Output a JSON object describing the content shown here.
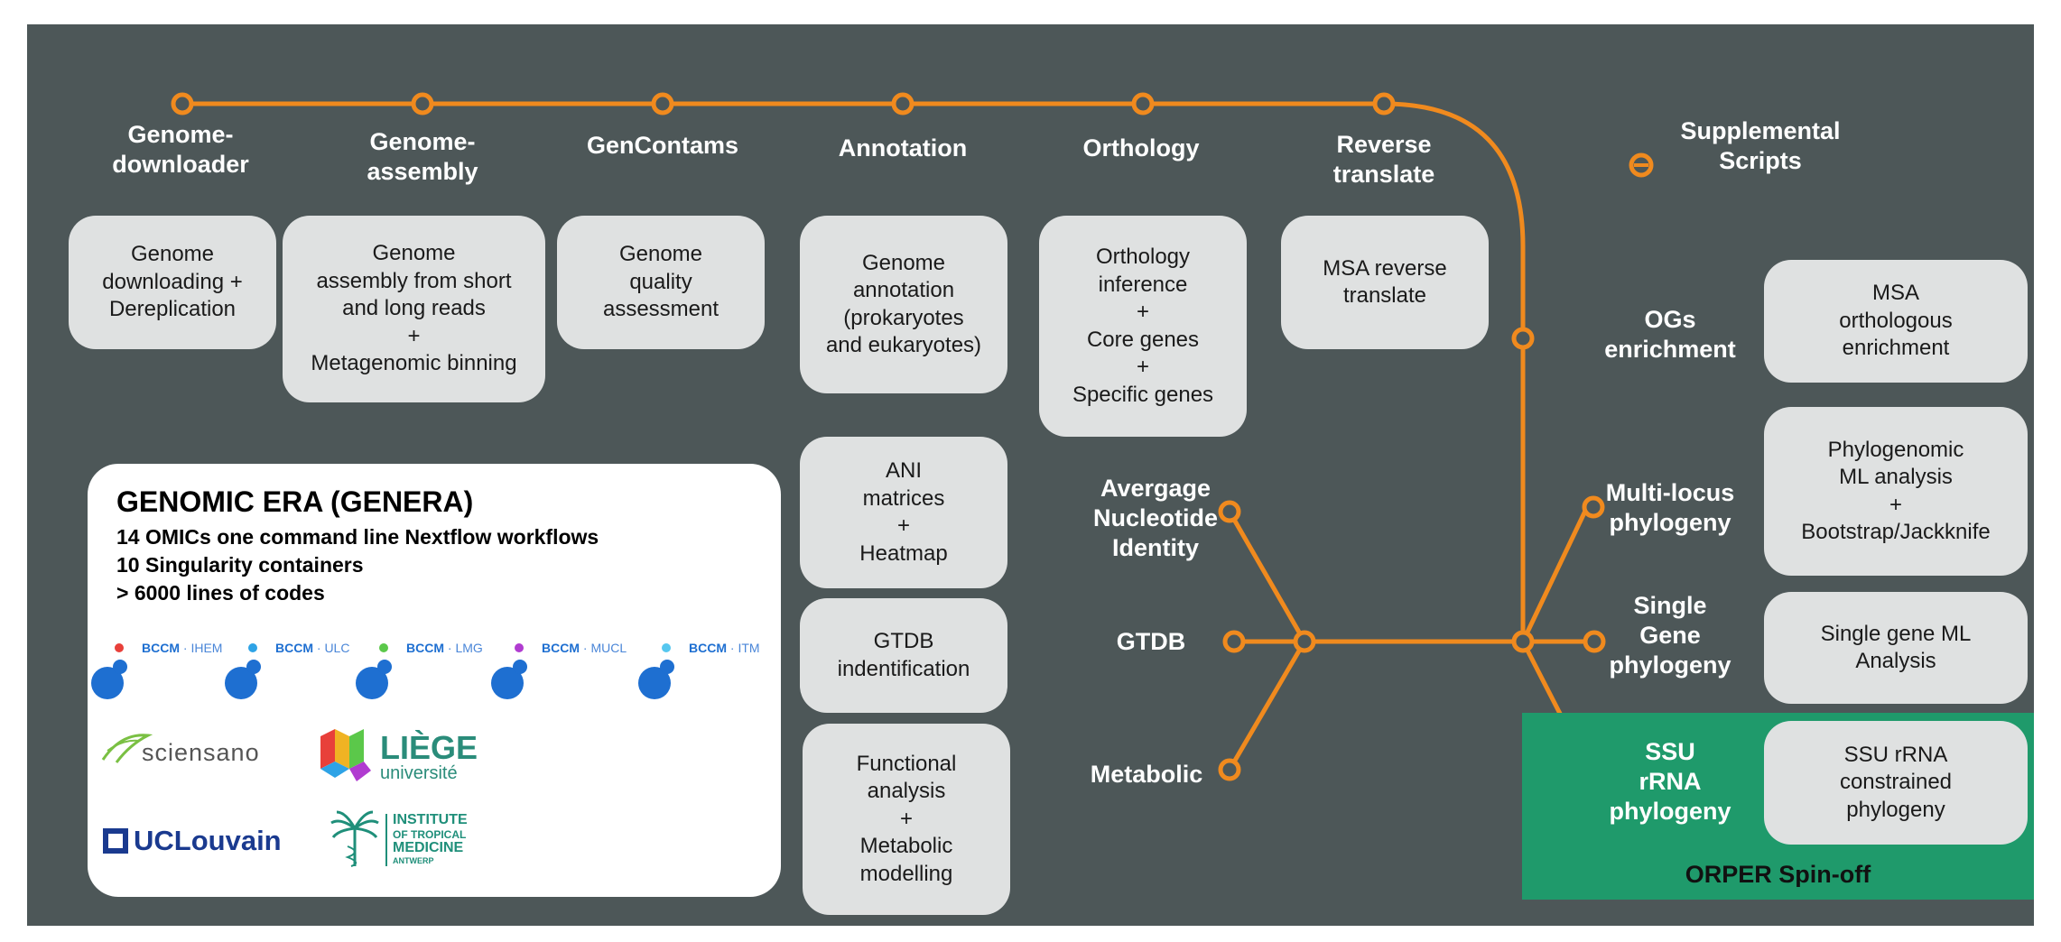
{
  "stations": {
    "genome_downloader": "Genome-\ndownloader",
    "genome_assembly": "Genome-\nassembly",
    "gencontams": "GenContams",
    "annotation": "Annotation",
    "orthology": "Orthology",
    "reverse_translate": "Reverse\ntranslate",
    "supplemental": "Supplemental\nScripts",
    "ogs_enrichment": "OGs\nenrichment",
    "multi_locus": "Multi-locus\nphylogeny",
    "single_gene": "Single\nGene\nphylogeny",
    "ssu_rrna": "SSU\nrRNA\nphylogeny",
    "ani": "Avergage\nNucleotide\nIdentity",
    "gtdb": "GTDB",
    "metabolic": "Metabolic"
  },
  "boxes": {
    "genome_downloading": "Genome\ndownloading +\nDereplication",
    "genome_assembly": "Genome\nassembly from short\nand long reads\n+\nMetagenomic binning",
    "genome_quality": "Genome\nquality\nassessment",
    "genome_annotation": "Genome\nannotation\n(prokaryotes\nand eukaryotes)",
    "orthology_inference": "Orthology\ninference\n+\nCore genes\n+\nSpecific genes",
    "msa_reverse": "MSA reverse\ntranslate",
    "msa_orthologous": "MSA\northologous\nenrichment",
    "phylogenomic": "Phylogenomic\nML analysis\n+\nBootstrap/Jackknife",
    "single_gene_ml": "Single gene ML\nAnalysis",
    "ssu_constrained": "SSU rRNA\nconstrained\nphylogeny",
    "ani_matrices": "ANI\nmatrices\n+\nHeatmap",
    "gtdb_identification": "GTDB\nindentification",
    "functional_analysis": "Functional\nanalysis\n+\nMetabolic\nmodelling"
  },
  "orper_label": "ORPER Spin-off",
  "info": {
    "title": "GENOMIC ERA (GENERA)",
    "line1": "14 OMICs one command line Nextflow workflows",
    "line2": "10 Singularity containers",
    "line3": "> 6000 lines of codes"
  },
  "logos": {
    "bccm": [
      {
        "name": "BCCM",
        "sub": "· IHEM",
        "color": "#e8403a"
      },
      {
        "name": "BCCM",
        "sub": "· ULC",
        "color": "#2ea3e6"
      },
      {
        "name": "BCCM",
        "sub": "· LMG",
        "color": "#5bc84a"
      },
      {
        "name": "BCCM",
        "sub": "· MUCL",
        "color": "#b03cd0"
      },
      {
        "name": "BCCM",
        "sub": "· ITM",
        "color": "#56c7ef"
      }
    ],
    "sciensano": "sciensano",
    "liege_1": "LIÈGE",
    "liege_2": "université",
    "uclouvain": "UCLouvain",
    "itm_1": "INSTITUTE",
    "itm_2": "OF TROPICAL",
    "itm_3": "MEDICINE",
    "itm_4": "ANTWERP"
  },
  "colors": {
    "background": "#4d5758",
    "rail": "#f08a1e",
    "box": "#dfe1e1",
    "orper": "#1f9a6b"
  }
}
